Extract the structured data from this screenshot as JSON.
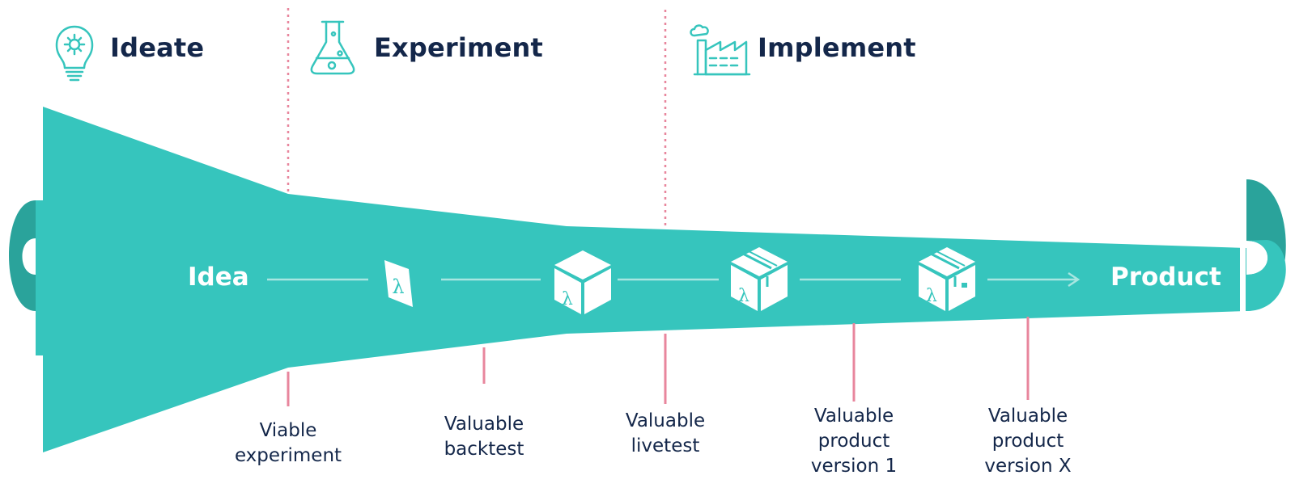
{
  "phases": [
    {
      "title": "Ideate",
      "icon": "lightbulb-gear-icon"
    },
    {
      "title": "Experiment",
      "icon": "flask-icon"
    },
    {
      "title": "Implement",
      "icon": "factory-icon"
    }
  ],
  "flow": {
    "start_label": "Idea",
    "end_label": "Product",
    "stages": [
      {
        "icon": "lambda-card-icon"
      },
      {
        "icon": "lambda-box-icon"
      },
      {
        "icon": "lambda-box-taped-icon"
      },
      {
        "icon": "lambda-box-labeled-icon"
      }
    ],
    "symbol": "λ"
  },
  "milestones": [
    {
      "text": "Viable\nexperiment"
    },
    {
      "text": "Valuable\nbacktest"
    },
    {
      "text": "Valuable\nlivetest"
    },
    {
      "text": "Valuable\nproduct\nversion 1"
    },
    {
      "text": "Valuable\nproduct\nversion X"
    }
  ],
  "colors": {
    "funnel": "#36c5bd",
    "funnel_dark": "#2aa39b",
    "title": "#14274a",
    "divider": "#e8869d",
    "marker": "#e8869d",
    "icon": "#36c5bd"
  }
}
